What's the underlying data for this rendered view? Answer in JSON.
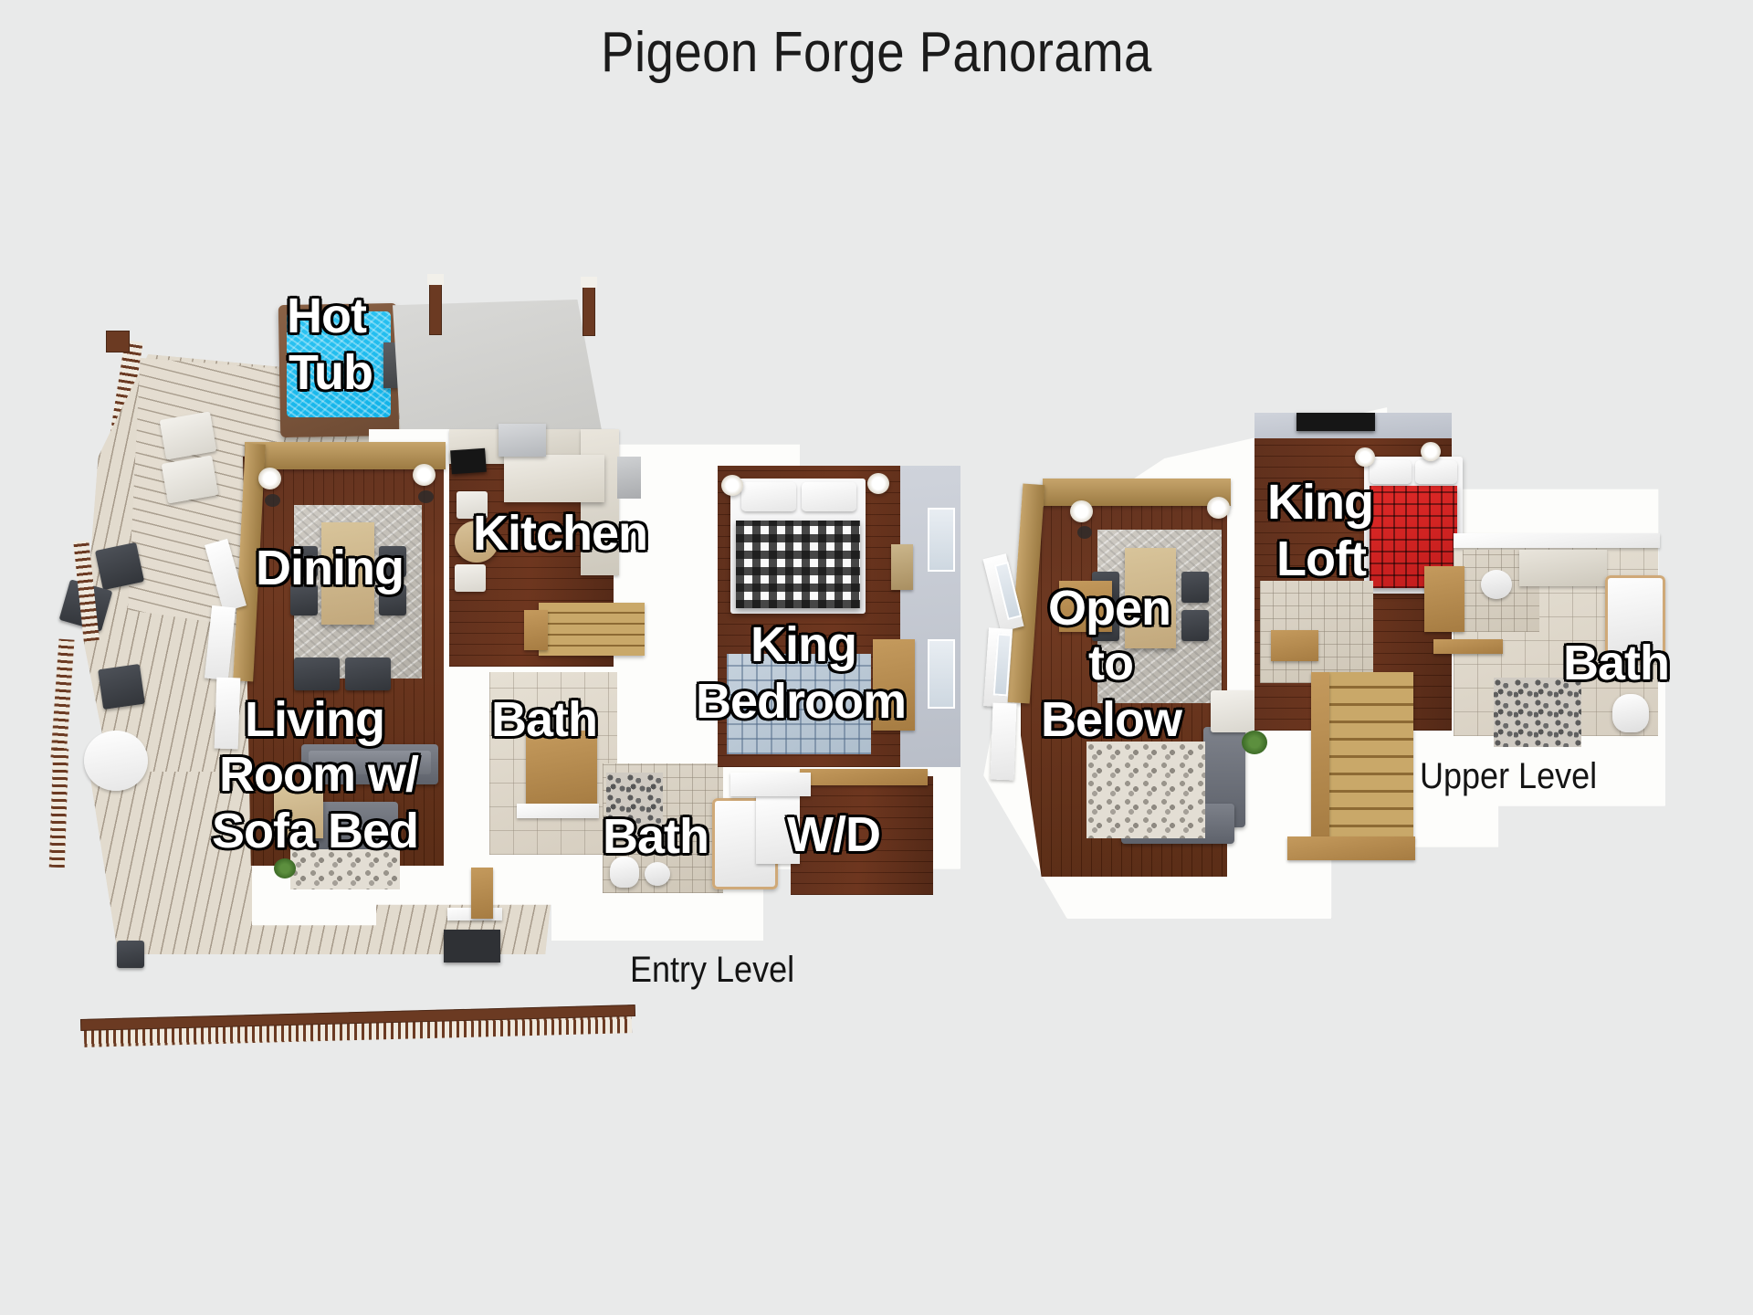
{
  "title": "Pigeon Forge Panorama",
  "background_color": "#e9eaea",
  "label_style": {
    "fill": "#ffffff",
    "stroke": "#000000"
  },
  "levels": [
    {
      "id": "entry",
      "caption": "Entry Level",
      "rooms": [
        {
          "name": "Hot Tub",
          "lines": [
            "Hot",
            "Tub"
          ]
        },
        {
          "name": "Dining",
          "lines": [
            "Dining"
          ]
        },
        {
          "name": "Kitchen",
          "lines": [
            "Kitchen"
          ]
        },
        {
          "name": "Living Room w/ Sofa Bed",
          "lines": [
            "Living",
            "Room w/",
            "Sofa Bed"
          ]
        },
        {
          "name": "Bath",
          "lines": [
            "Bath"
          ]
        },
        {
          "name": "Bath",
          "lines": [
            "Bath"
          ]
        },
        {
          "name": "King Bedroom",
          "lines": [
            "King",
            "Bedroom"
          ]
        },
        {
          "name": "W/D",
          "lines": [
            "W/D"
          ]
        }
      ]
    },
    {
      "id": "upper",
      "caption": "Upper Level",
      "rooms": [
        {
          "name": "Open to Below",
          "lines": [
            "Open",
            "to",
            "Below"
          ]
        },
        {
          "name": "King Loft",
          "lines": [
            "King",
            "Loft"
          ]
        },
        {
          "name": "Bath",
          "lines": [
            "Bath"
          ]
        }
      ]
    }
  ],
  "labels": {
    "hot_tub_1": "Hot",
    "hot_tub_2": "Tub",
    "dining": "Dining",
    "kitchen": "Kitchen",
    "living_1": "Living",
    "living_2": "Room w/",
    "living_3": "Sofa Bed",
    "bath_entry_upper": "Bath",
    "bath_entry_lower": "Bath",
    "king_bedroom_1": "King",
    "king_bedroom_2": "Bedroom",
    "wd": "W/D",
    "open_1": "Open",
    "open_2": "to",
    "open_3": "Below",
    "king_loft_1": "King",
    "king_loft_2": "Loft",
    "bath_upper": "Bath",
    "entry_level_caption": "Entry Level",
    "upper_level_caption": "Upper Level"
  }
}
